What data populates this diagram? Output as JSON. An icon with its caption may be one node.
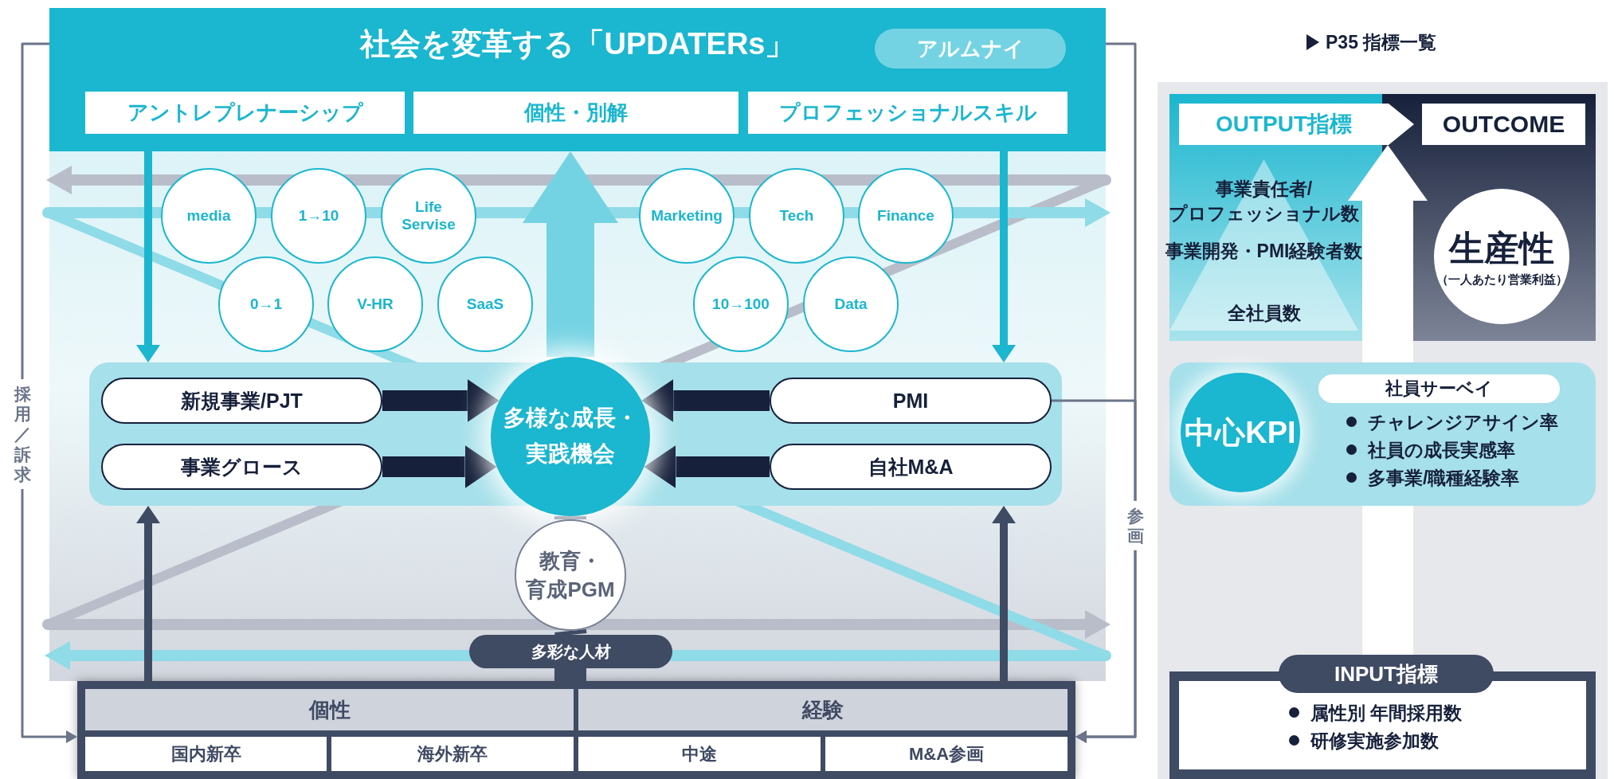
{
  "diagram": {
    "nodes": [
      {
        "text": [
          "社会を変革する「UPDATERs」"
        ]
      },
      {
        "text": [
          "アルムナイ"
        ],
        "in": 0
      },
      {
        "text": [
          "アントレプレナーシップ"
        ],
        "in": 0
      },
      {
        "text": [
          "個性・別解"
        ],
        "in": 0
      },
      {
        "text": [
          "プロフェッショナルスキル"
        ],
        "in": 0
      },
      {
        "text": [
          "media"
        ]
      },
      {
        "text": [
          "1→10"
        ]
      },
      {
        "text": [
          "Life Servise"
        ]
      },
      {
        "text": [
          "Marketing"
        ]
      },
      {
        "text": [
          "Tech"
        ]
      },
      {
        "text": [
          "Finance"
        ]
      },
      {
        "text": [
          "0→1"
        ]
      },
      {
        "text": [
          "V-HR"
        ]
      },
      {
        "text": [
          "SaaS"
        ]
      },
      {
        "text": [
          "10→100"
        ]
      },
      {
        "text": [
          "Data"
        ]
      },
      {
        "text": [],
        "shape": "box"
      },
      {
        "text": [
          "新規事業/PJT"
        ],
        "in": 16
      },
      {
        "text": [
          "多様な成長・実践機会"
        ]
      },
      {
        "text": [
          "PMI"
        ],
        "in": 16
      },
      {
        "text": [
          "事業グロース"
        ],
        "in": 16
      },
      {
        "text": [
          "自社M&A"
        ],
        "in": 16
      },
      {
        "text": [
          "教育・育成PGM"
        ]
      },
      {
        "text": [
          "多彩な人材"
        ]
      },
      {
        "text": [],
        "shape": "box"
      },
      {
        "text": [
          "個性"
        ],
        "in": 24
      },
      {
        "text": [
          "経験"
        ],
        "in": 24
      },
      {
        "text": [
          "国内新卒"
        ],
        "in": 24
      },
      {
        "text": [
          "海外新卒"
        ],
        "in": 24
      },
      {
        "text": [
          "中途"
        ],
        "in": 24
      },
      {
        "text": [
          "M&A参画"
        ],
        "in": 24
      },
      {
        "text": [
          "OUTPUT指標"
        ]
      },
      {
        "text": [
          "OUTCOME"
        ]
      },
      {
        "text": [
          "事業責任者/プロフェッショナル数",
          "事業開発・PMI経験者数",
          "全社員数"
        ]
      },
      {
        "text": [
          "生産性",
          "（一人あたり営業利益）"
        ]
      },
      {
        "text": [
          "チャレンジアサイン率",
          "社員の成長実感率",
          "多事業/職種経験率"
        ]
      },
      {
        "text": [
          "中心KPI"
        ],
        "in": 35
      },
      {
        "text": [
          "社員サーベイ"
        ],
        "in": 35
      },
      {
        "text": [
          "INPUT指標",
          "属性別 年間採用数",
          "研修実施参加数"
        ]
      }
    ],
    "edges": [
      {
        "from": 17,
        "to": 18,
        "arrow": "to",
        "color": "#16203a"
      },
      {
        "from": 20,
        "to": 18,
        "arrow": "to",
        "color": "#16203a"
      },
      {
        "from": 19,
        "to": 18,
        "arrow": "to",
        "color": "#16203a"
      },
      {
        "from": 21,
        "to": 18,
        "arrow": "to",
        "color": "#16203a"
      },
      {
        "from": 18,
        "to": 0,
        "arrow": "to",
        "style": "thick",
        "color": "#74d3e3"
      },
      {
        "from": 0,
        "to": 16,
        "arrow": "to",
        "color": "#1bb6cf"
      },
      {
        "from": 0,
        "to": 16,
        "arrow": "to",
        "color": "#1bb6cf"
      },
      {
        "from": 24,
        "to": 16,
        "arrow": "to"
      },
      {
        "from": 24,
        "to": 16,
        "arrow": "to"
      },
      {
        "from": 22,
        "to": 18,
        "arrow": "none"
      },
      {
        "from": 23,
        "to": 22,
        "arrow": "none"
      },
      {
        "from": 24,
        "to": 23,
        "arrow": "none"
      },
      {
        "from": 0,
        "to": 24,
        "arrow": "to",
        "label": "採用／訴求",
        "color": "#6b7489"
      },
      {
        "from": 0,
        "to": 24,
        "arrow": "to",
        "label": "参画",
        "color": "#6b7489"
      },
      {
        "from": 19,
        "to": 24,
        "arrow": "to",
        "color": "#6b7489"
      },
      {
        "from": 38,
        "to": 35,
        "arrow": "none",
        "style": "thick",
        "color": "#ffffff"
      },
      {
        "from": 35,
        "to": 31,
        "arrow": "to",
        "style": "thick",
        "color": "#ffffff"
      }
    ],
    "labels": [
      "P35 指標一覧"
    ]
  }
}
